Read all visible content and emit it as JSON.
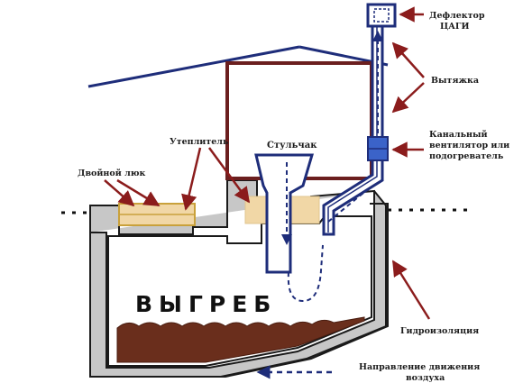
{
  "labels": {
    "deflector": [
      "Дефлектор",
      "ЦАГИ"
    ],
    "exhaust": "Вытяжка",
    "insulation": "Утеплитель",
    "seat": "Стульчак",
    "hatch": "Двойной люк",
    "fan": [
      "Канальный",
      "вентилятор или",
      "подогреватель"
    ],
    "pit": "ВЫГРЕБ",
    "waterproofing": "Гидроизоляция",
    "airflow_legend": [
      "Направление движения",
      "воздуха"
    ]
  },
  "colors": {
    "wall": "#c7c7c7",
    "outline": "#1a1a1a",
    "house": "#6b1f1f",
    "pipe": "#1e2d7a",
    "insulation": "#f1d7a6",
    "waste": "#6a2e1c",
    "arrow": "#8b1c1c",
    "fan": "#3b63c9"
  }
}
